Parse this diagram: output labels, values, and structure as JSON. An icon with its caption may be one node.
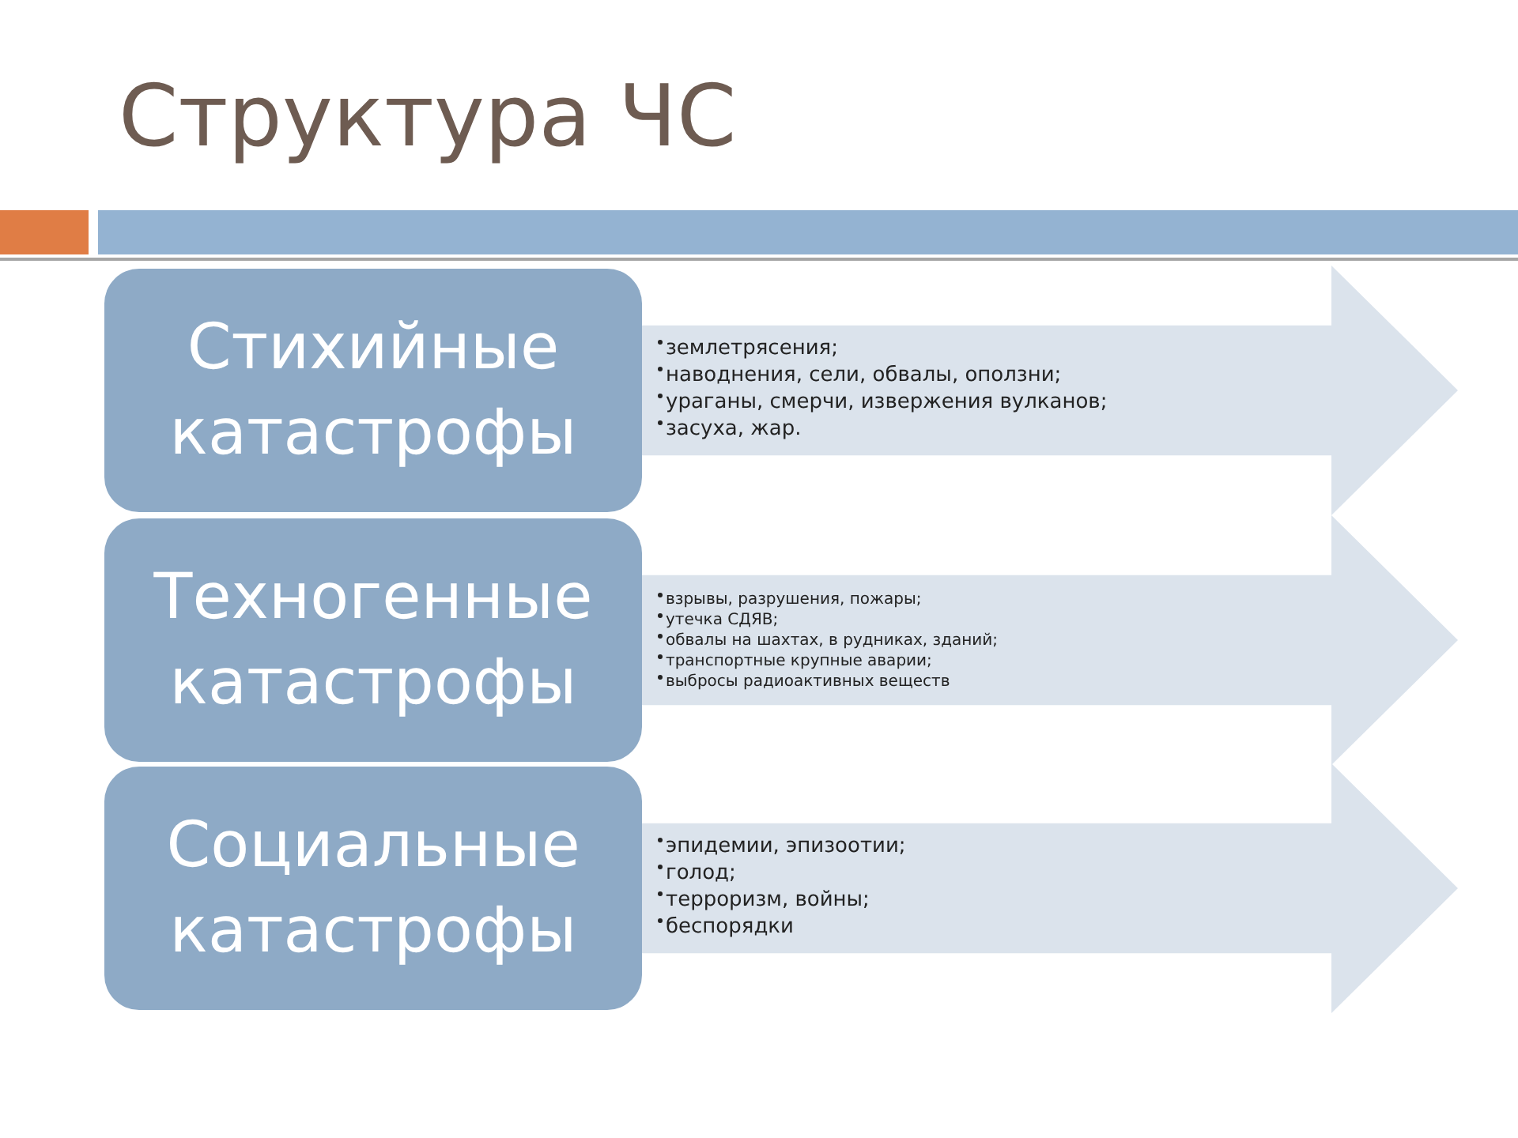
{
  "diagram": {
    "title": "Структура ЧС",
    "nodes": [
      {
        "text": [
          "Стихийные катастрофы"
        ]
      },
      {
        "text": [
          "землетрясения;",
          "наводнения, сели, обвалы, оползни;",
          "ураганы, смерчи, извержения вулканов;",
          "засуха, жар."
        ]
      },
      {
        "text": [
          "Техногенные катастрофы"
        ]
      },
      {
        "text": [
          "взрывы, разрушения, пожары;",
          "утечка СДЯВ;",
          "обвалы на шахтах, в рудниках, зданий;",
          "транспортные крупные аварии;",
          "выбросы радиоактивных веществ"
        ]
      },
      {
        "text": [
          "Социальные катастрофы"
        ]
      },
      {
        "text": [
          "эпидемии, эпизоотии;",
          "голод;",
          "терроризм, войны;",
          "беспорядки"
        ]
      }
    ],
    "edges": []
  }
}
